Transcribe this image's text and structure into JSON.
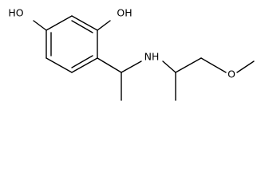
{
  "molecule": {
    "atoms": {
      "hydroxyl_left": "HO",
      "hydroxyl_right": "OH",
      "amine": "NH",
      "methoxy_oxygen": "O"
    }
  }
}
